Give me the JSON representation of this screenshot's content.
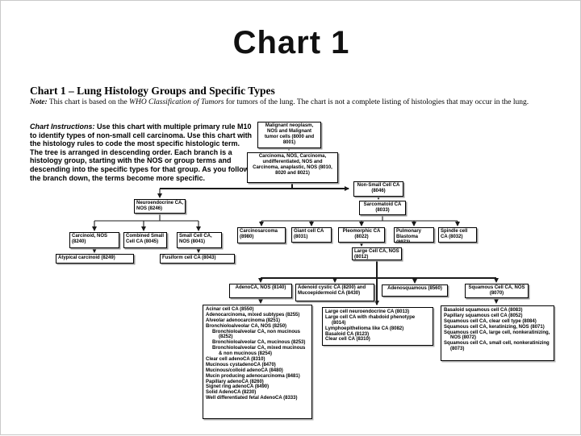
{
  "slide_title": "Chart 1",
  "header": {
    "title": "Chart 1 – Lung Histology Groups and Specific Types",
    "note_label": "Note:",
    "note_pre": "  This chart is based on the ",
    "note_italic": "WHO Classification of Tumors",
    "note_post": " for tumors of the lung.  The chart is not a complete listing of histologies that may occur in the lung."
  },
  "instructions": {
    "label": "Chart Instructions:",
    "text": "  Use this chart with multiple primary rule M10 to identify types of non-small cell carcinoma.  Use this chart with the histology rules to code the most specific histologic term.  The tree is arranged in descending order. Each branch is a histology group, starting with the NOS or group terms and descending into the specific types for that group.  As you follow the branch down, the terms become more specific."
  },
  "nodes": {
    "malignant": "Malignant neoplasm, NOS and Malignant tumor cells (8000 and 8001)",
    "carcinoma": "Carcinoma, NOS, Carcinoma, undifferentiated, NOS and Carcinoma, anaplastic, NOS (8010, 8020 and 8021)",
    "nonsmall": "Non-Small Cell CA (8046)",
    "sarcomatoid": "Sarcomatoid CA (8033)",
    "neuroendocrine": "Neuroendocrine CA, NOS (8246)",
    "carcinoid": "Carcinoid, NOS (8240)",
    "combined_small": "Combined Small Cell CA (8045)",
    "small_cell": "Small Cell CA, NOS (8041)",
    "atypical": "Atypical carcinoid (8249)",
    "fusiform": "Fusiform cell CA (8043)",
    "carcinosarcoma": "Carcinosarcoma (8980)",
    "giant": "Giant cell CA (8031)",
    "pleomorphic": "Pleomorphic CA (8022)",
    "blastoma": "Pulmonary Blastoma (8972)",
    "spindle": "Spindle cell CA (8032)",
    "large_cell": "Large Cell CA, NOS (8012)",
    "adeno": "AdenoCA, NOS (8140)",
    "adenoid": "Adenoid cystic CA (8200) and Mucoepidermoid CA (8430)",
    "adenosquamous": "Adenosquamous (8560)",
    "squamous": "Squamous Cell CA, NOS (8070)"
  },
  "lists": {
    "adeno": [
      "Acinar cell CA (8550)",
      "Adenocarcinoma, mixed subtypes (8255)",
      "Alveolar adenocarcinoma (8251)",
      "Bronchioloalveolar CA, NOS (8250)",
      "Bronchioloalveolar CA, non mucinous (8252)",
      "Bronchioloalveolar CA, mucinous (8253)",
      "Bronchioloalveolar CA, mixed mucinous & non mucinous (8254)",
      "Clear cell adenoCA (8310)",
      "Mucinous cystadenoCA (8470)",
      "Mucinous/colloid adenoCA (8480)",
      "Mucin producing adenocarcinoma (8481)",
      "Papillary adenoCA (8260)",
      "Signet ring adenoCA (8490)",
      "Solid AdenoCA (8230)",
      "Well differentiated fetal AdenoCA (8333)"
    ],
    "large_cell": [
      "Large cell neuroendocrine CA (8013)",
      "Large cell CA with rhabdoid phenotype (8014)",
      "Lymphoepithelioma like CA (8082)",
      "Basaloid CA (8123)",
      "Clear cell CA (8310)"
    ],
    "squamous": [
      "Basaloid squamous cell CA (8083)",
      "Papillary squamous cell CA (8052)",
      "Squamous cell CA, clear cell type (8084)",
      "Squamous cell CA, keratinizing, NOS (8071)",
      "Squamous cell CA, large cell, nonkeratinizing, NOS (8072)",
      "Squamous cell CA, small cell, nonkeratinizing (8073)"
    ]
  },
  "colors": {
    "ink": "#000000",
    "shadow": "#9a9a9a",
    "background": "#ffffff"
  }
}
